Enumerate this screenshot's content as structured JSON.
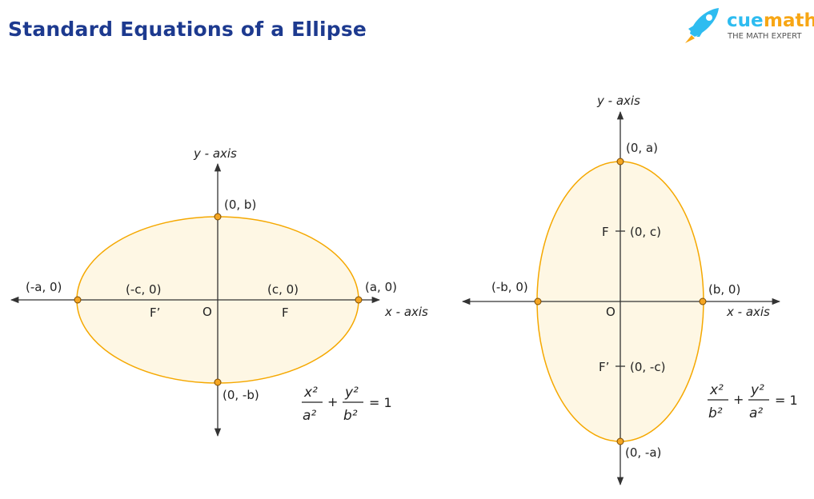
{
  "title": "Standard Equations of a Ellipse",
  "logo": {
    "brand_cue": "cue",
    "brand_math": "math",
    "tagline": "THE MATH EXPERT"
  },
  "colors": {
    "title": "#1d3a8f",
    "ellipse_fill": "#fef7e4",
    "ellipse_stroke": "#f5a800",
    "point": "#f5a623",
    "logo_blue": "#2ebcf0",
    "logo_orange": "#f7a614"
  },
  "horizontal": {
    "y_axis_label": "y - axis",
    "x_axis_label": "x - axis",
    "origin": "O",
    "top": "(0, b)",
    "bottom": "(0, -b)",
    "left": "(-a, 0)",
    "right": "(a, 0)",
    "focus_left": "(-c, 0)",
    "focus_right": "(c, 0)",
    "focus_left_name": "F’",
    "focus_right_name": "F",
    "equation": {
      "num1": "x²",
      "den1": "a²",
      "num2": "y²",
      "den2": "b²",
      "plus": "+",
      "rhs": "= 1"
    }
  },
  "vertical": {
    "y_axis_label": "y - axis",
    "x_axis_label": "x - axis",
    "origin": "O",
    "top": "(0, a)",
    "bottom": "(0, -a)",
    "left": "(-b, 0)",
    "right": "(b, 0)",
    "focus_top": "(0, c)",
    "focus_bottom": "(0, -c)",
    "focus_top_name": "F",
    "focus_bottom_name": "F’",
    "equation": {
      "num1": "x²",
      "den1": "b²",
      "num2": "y²",
      "den2": "a²",
      "plus": "+",
      "rhs": "= 1"
    }
  }
}
